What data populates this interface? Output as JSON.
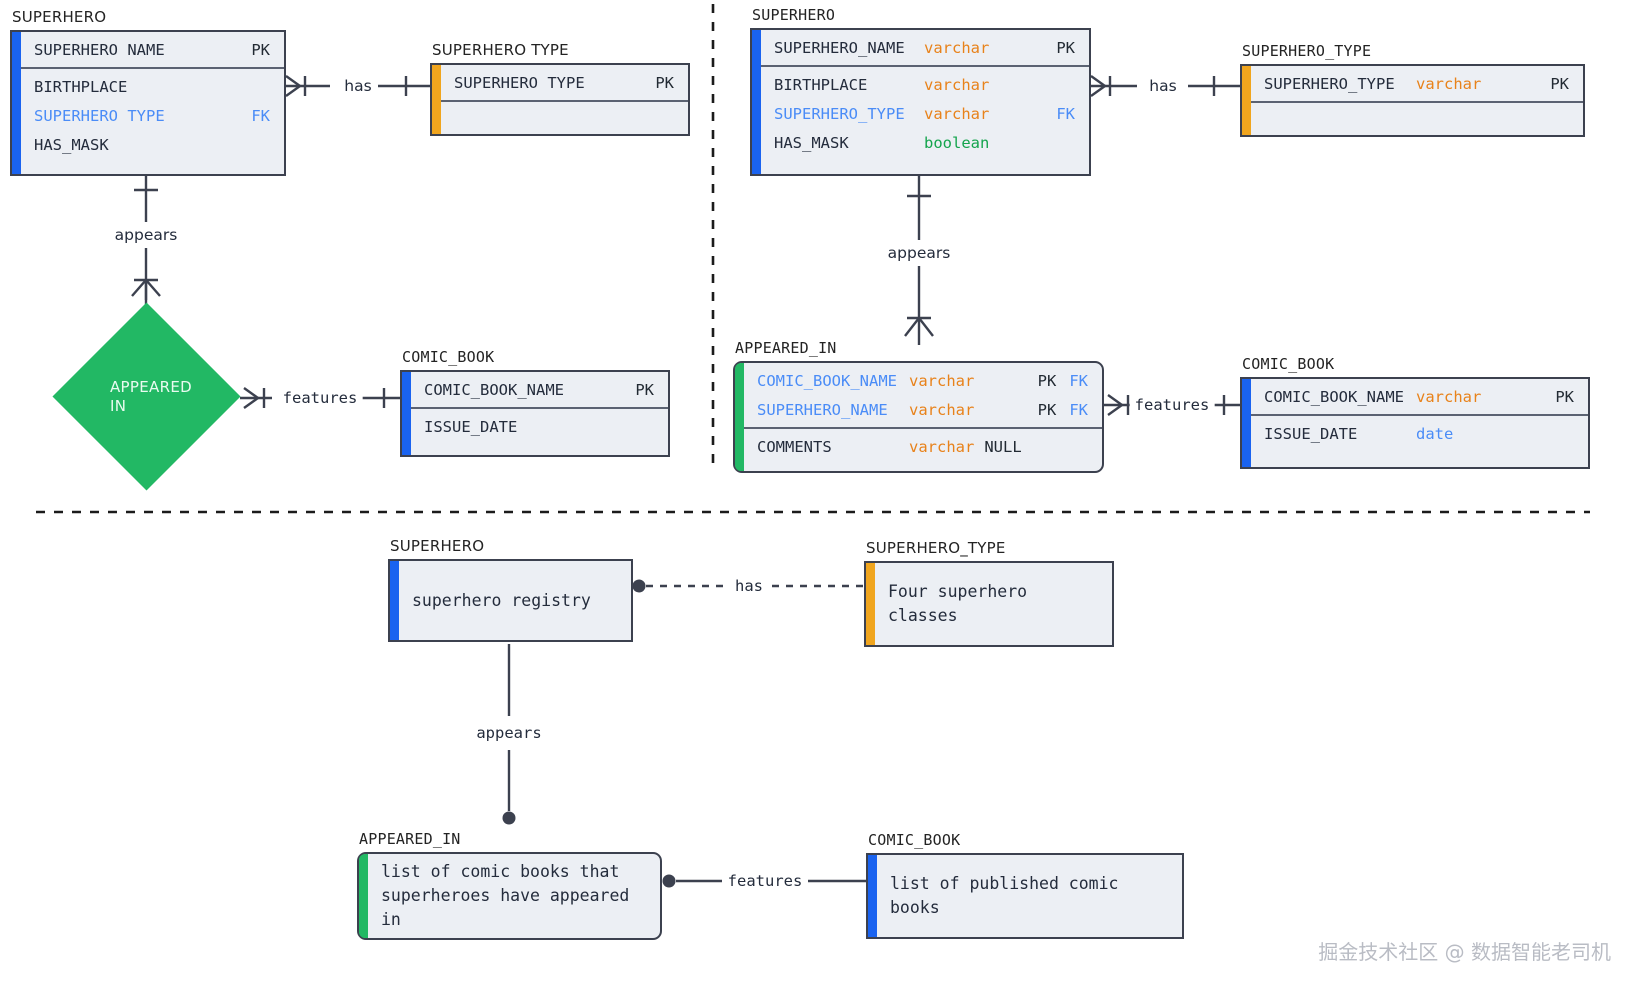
{
  "diagram": {
    "title_watermark": "掘金技术社区 @ 数据智能老司机",
    "colors": {
      "entity_fill": "#eceff4",
      "entity_border": "#3c414f",
      "accent_blue": "#1a63f0",
      "accent_orange": "#f0a51e",
      "accent_green": "#22b864",
      "relationship_green": "#22b864",
      "type_varchar": "#e8821a",
      "type_boolean": "#14a44d",
      "type_date": "#4a8cf7",
      "key_fk": "#4a8cf7",
      "line": "#3c414f"
    }
  },
  "panel_conceptual": {
    "entities": [
      {
        "id": "superhero",
        "title": "SUPERHERO",
        "accent": "blue",
        "sections": [
          {
            "rows": [
              {
                "name": "SUPERHERO NAME",
                "type": "",
                "keys": [
                  "PK"
                ]
              }
            ]
          },
          {
            "rows": [
              {
                "name": "BIRTHPLACE",
                "type": "",
                "keys": []
              },
              {
                "name": "SUPERHERO TYPE",
                "type": "",
                "keys": [
                  "FK"
                ],
                "name_is_fk": true
              },
              {
                "name": "HAS_MASK",
                "type": "",
                "keys": []
              }
            ]
          }
        ]
      },
      {
        "id": "superhero_type",
        "title": "SUPERHERO TYPE",
        "accent": "orange",
        "sections": [
          {
            "rows": [
              {
                "name": "SUPERHERO TYPE",
                "type": "",
                "keys": [
                  "PK"
                ]
              }
            ]
          },
          {
            "rows": []
          }
        ]
      },
      {
        "id": "comic_book",
        "title": "COMIC_BOOK",
        "accent": "blue",
        "sections": [
          {
            "rows": [
              {
                "name": "COMIC_BOOK_NAME",
                "type": "",
                "keys": [
                  "PK"
                ]
              }
            ]
          },
          {
            "rows": [
              {
                "name": "ISSUE_DATE",
                "type": "",
                "keys": []
              }
            ]
          }
        ]
      }
    ],
    "relationship_node": {
      "label_line1": "APPEARED",
      "label_line2": "IN"
    },
    "edges": [
      {
        "label": "has"
      },
      {
        "label": "appears"
      },
      {
        "label": "features"
      }
    ]
  },
  "panel_physical": {
    "entities": [
      {
        "id": "superhero",
        "title": "SUPERHERO",
        "accent": "blue",
        "sections": [
          {
            "rows": [
              {
                "name": "SUPERHERO_NAME",
                "type": "varchar",
                "type_class": "varchar",
                "keys": [
                  "PK"
                ]
              }
            ]
          },
          {
            "rows": [
              {
                "name": "BIRTHPLACE",
                "type": "varchar",
                "type_class": "varchar",
                "keys": []
              },
              {
                "name": "SUPERHERO_TYPE",
                "type": "varchar",
                "type_class": "varchar",
                "keys": [
                  "FK"
                ],
                "name_is_fk": true
              },
              {
                "name": "HAS_MASK",
                "type": "boolean",
                "type_class": "boolean",
                "keys": []
              }
            ]
          }
        ]
      },
      {
        "id": "superhero_type",
        "title": "SUPERHERO_TYPE",
        "accent": "orange",
        "sections": [
          {
            "rows": [
              {
                "name": "SUPERHERO_TYPE",
                "type": "varchar",
                "type_class": "varchar",
                "keys": [
                  "PK"
                ]
              }
            ]
          },
          {
            "rows": []
          }
        ]
      },
      {
        "id": "appeared_in",
        "title": "APPEARED_IN",
        "accent": "green",
        "sections": [
          {
            "rows": [
              {
                "name": "COMIC_BOOK_NAME",
                "type": "varchar",
                "type_class": "varchar",
                "keys": [
                  "PK",
                  "FK"
                ],
                "name_is_fk": true
              },
              {
                "name": "SUPERHERO_NAME",
                "type": "varchar",
                "type_class": "varchar",
                "keys": [
                  "PK",
                  "FK"
                ],
                "name_is_fk": true
              }
            ]
          },
          {
            "rows": [
              {
                "name": "COMMENTS",
                "type": "varchar",
                "type_class": "varchar",
                "extra": "NULL",
                "keys": []
              }
            ]
          }
        ]
      },
      {
        "id": "comic_book",
        "title": "COMIC_BOOK",
        "accent": "blue",
        "sections": [
          {
            "rows": [
              {
                "name": "COMIC_BOOK_NAME",
                "type": "varchar",
                "type_class": "varchar",
                "keys": [
                  "PK"
                ]
              }
            ]
          },
          {
            "rows": [
              {
                "name": "ISSUE_DATE",
                "type": "date",
                "type_class": "date",
                "keys": []
              }
            ]
          }
        ]
      }
    ],
    "edges": [
      {
        "label": "has"
      },
      {
        "label": "appears"
      },
      {
        "label": "features"
      }
    ]
  },
  "panel_descriptive": {
    "entities": [
      {
        "id": "superhero",
        "title": "SUPERHERO",
        "accent": "blue",
        "text": "superhero registry"
      },
      {
        "id": "superhero_type",
        "title": "SUPERHERO_TYPE",
        "accent": "orange",
        "text": "Four superhero classes"
      },
      {
        "id": "appeared_in",
        "title": "APPEARED_IN",
        "accent": "green",
        "text": "list of comic books that\nsuperheroes have appeared in"
      },
      {
        "id": "comic_book",
        "title": "COMIC_BOOK",
        "accent": "blue",
        "text": "list of published comic books"
      }
    ],
    "edges": [
      {
        "label": "has"
      },
      {
        "label": "appears"
      },
      {
        "label": "features"
      }
    ]
  }
}
